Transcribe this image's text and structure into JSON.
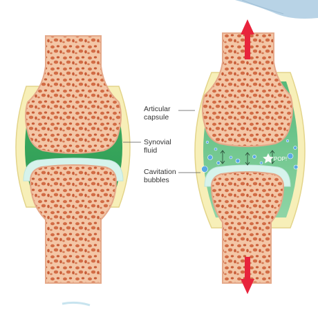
{
  "labels": {
    "capsule": [
      "Articular",
      "capsule"
    ],
    "fluid": [
      "Synovial",
      "fluid"
    ],
    "bubbles": [
      "Cavitation",
      "bubbles"
    ],
    "pop": "POP!"
  },
  "colors": {
    "capsule": "#f7efb8",
    "capsule_edge": "#e3d48a",
    "fluid": "#3daf62",
    "fluid_light": "#86d39d",
    "cartilage": "#d6f3ec",
    "bone": "#f3c6a6",
    "bone_edge": "#e5a98a",
    "pore": "#d26c45",
    "bubble": "#5aa9e6",
    "arrow": "#e8243c",
    "corner_accent": "#b8d3e6"
  },
  "icons": [
    "up-arrow-icon",
    "down-arrow-icon",
    "burst-star-icon"
  ]
}
